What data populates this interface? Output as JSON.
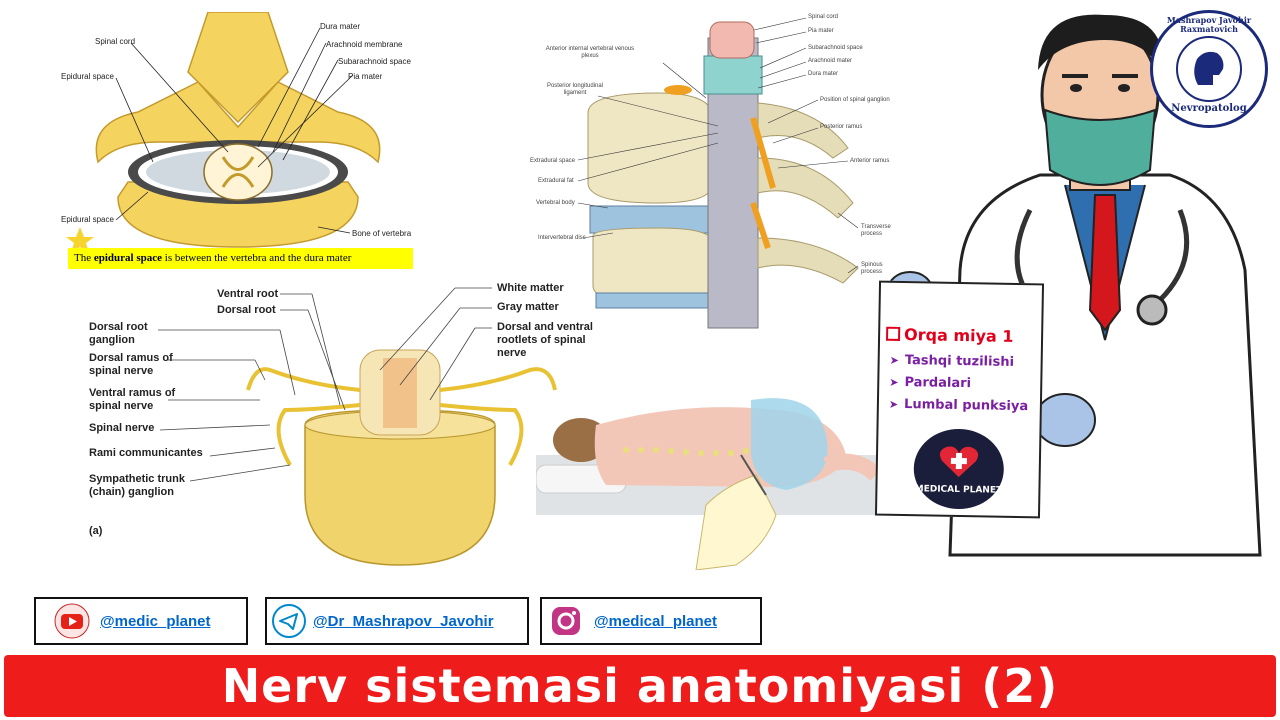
{
  "epidural_diagram": {
    "labels": {
      "dura_mater": "Dura mater",
      "spinal_cord": "Spinal cord",
      "arachnoid_membrane": "Arachnoid membrane",
      "subarachnoid_space": "Subarachnoid space",
      "epidural_space_top": "Epidural space",
      "pia_mater": "Pia mater",
      "epidural_space_bottom": "Epidural space",
      "bone_of_vertebra": "Bone of vertebra"
    },
    "caption_prefix": "The",
    "caption_bold": "epidural space",
    "caption_suffix": "is between the vertebra and the dura mater",
    "colors": {
      "bone": "#f4d35e",
      "caption_bg": "#ffff00"
    }
  },
  "vertebral_column_diagram": {
    "labels": {
      "spinal_cord": "Spinal cord",
      "pia_mater": "Pia mater",
      "subarachnoid_space": "Subarachnoid space",
      "arachnoid_mater": "Arachnoid mater",
      "dura_mater": "Dura mater",
      "anterior_internal_venous_plexus": "Anterior internal vertebral venous plexus",
      "posterior_longitudinal_ligament": "Posterior longitudinal ligament",
      "position_of_spinal_ganglion": "Position of spinal ganglion",
      "posterior_ramus": "Posterior ramus",
      "anterior_ramus": "Anterior ramus",
      "extradural_space": "Extradural space",
      "extradural_fat": "Extradural fat",
      "vertebral_body": "Vertebral body",
      "intervertebral_disc": "Intervertebral disc",
      "transverse_process": "Transverse process",
      "spinous_process": "Spinous process"
    }
  },
  "cross_section_diagram": {
    "labels": {
      "ventral_root": "Ventral root",
      "dorsal_root": "Dorsal root",
      "white_matter": "White matter",
      "gray_matter": "Gray matter",
      "dorsal_root_ganglion": "Dorsal root ganglion",
      "dorsal_ramus": "Dorsal ramus of spinal nerve",
      "dorsal_ventral_rootlets": "Dorsal and ventral rootlets of spinal nerve",
      "ventral_ramus": "Ventral ramus of spinal nerve",
      "spinal_nerve": "Spinal nerve",
      "rami_communicantes": "Rami communicantes",
      "sympathetic_trunk": "Sympathetic trunk (chain) ganglion",
      "panel_letter": "(a)"
    }
  },
  "clipboard": {
    "title": "Orqa miya 1",
    "items": [
      "Tashqi tuzilishi",
      "Pardalari",
      "Lumbal punksiya"
    ],
    "logo_text": "MEDICAL PLANET",
    "colors": {
      "title": "#e0001b",
      "items": "#7b1fa2"
    }
  },
  "logo": {
    "ring_text": "Mashrapov Javohir Raxmatovich",
    "bottom_text": "Nevropatolog"
  },
  "social": [
    {
      "platform_icon": "youtube-icon",
      "handle": "@medic_planet"
    },
    {
      "platform_icon": "telegram-icon",
      "handle": "@Dr_Mashrapov_Javohir"
    },
    {
      "platform_icon": "instagram-icon",
      "handle": "@medical_planet"
    }
  ],
  "banner": {
    "title": "Nerv sistemasi anatomiyasi (2)",
    "color": "#ef1c1c"
  }
}
